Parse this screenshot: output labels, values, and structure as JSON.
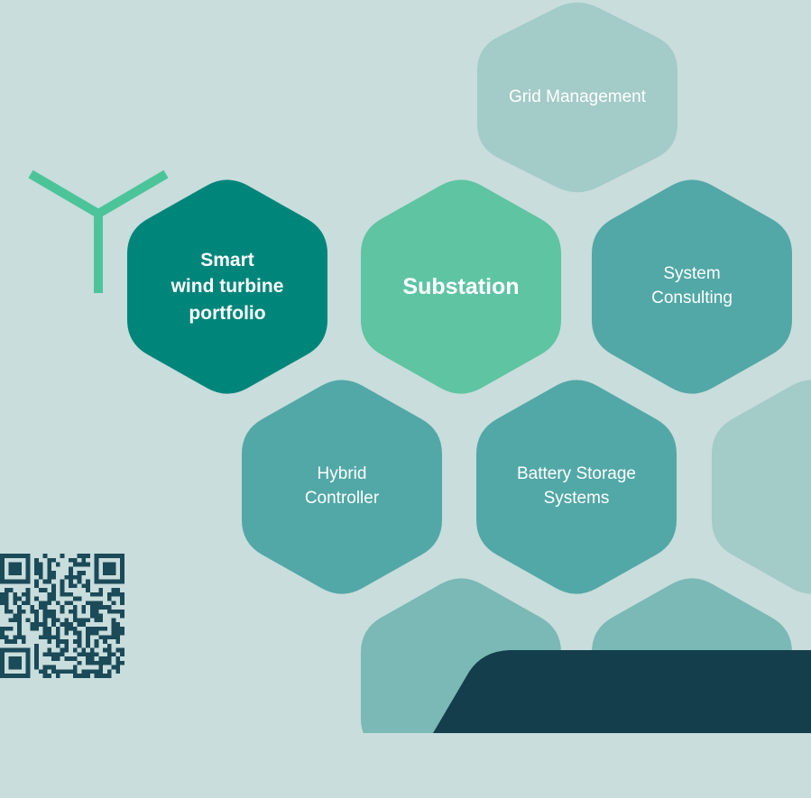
{
  "hexagons": [
    {
      "id": "grid-management",
      "label": "Grid Management",
      "fill": "#a3cbc8",
      "text_color": "#ffffff",
      "bold": false
    },
    {
      "id": "smart-wind-turbine-portfolio",
      "label": "Smart\nwind turbine\nportfolio",
      "fill": "#00857a",
      "text_color": "#ffffff",
      "bold": true
    },
    {
      "id": "substation",
      "label": "Substation",
      "fill": "#5ec4a1",
      "text_color": "#ffffff",
      "bold": true
    },
    {
      "id": "system-consulting",
      "label": "System\nConsulting",
      "fill": "#52a8a6",
      "text_color": "#ffffff",
      "bold": false
    },
    {
      "id": "hybrid-controller",
      "label": "Hybrid\nController",
      "fill": "#52a8a6",
      "text_color": "#ffffff",
      "bold": false
    },
    {
      "id": "battery-storage-systems",
      "label": "Battery Storage\nSystems",
      "fill": "#52a8a6",
      "text_color": "#ffffff",
      "bold": false
    },
    {
      "id": "right-partial",
      "label": "",
      "fill": "#a3cbc8",
      "text_color": "#ffffff",
      "bold": false
    },
    {
      "id": "bottom-left-partial",
      "label": "",
      "fill": "#7ab9b5",
      "text_color": "#ffffff",
      "bold": false
    },
    {
      "id": "bottom-right-partial",
      "label": "",
      "fill": "#7ab9b5",
      "text_color": "#ffffff",
      "bold": false
    }
  ],
  "colors": {
    "background": "#c8dddc",
    "logo": "#4cc49a",
    "dark_panel": "#143e4c",
    "qr": "#1b4a58"
  },
  "logo": {
    "name": "y-logo"
  },
  "qr_code": {
    "name": "qr-code"
  }
}
